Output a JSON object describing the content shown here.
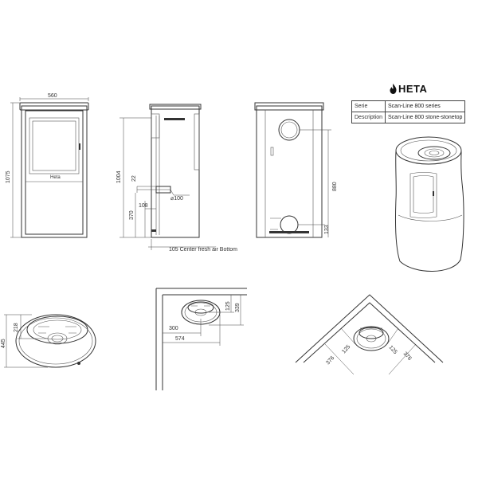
{
  "brand": {
    "name": "HETA",
    "icon": "flame-icon"
  },
  "info_table": {
    "serie_label": "Serie",
    "serie_value": "Scan-Line 800 series",
    "description_label": "Description",
    "description_value": "Scan-Line 800 stone-stonetop"
  },
  "front_view": {
    "width_dim": "560",
    "height_dim": "1075",
    "model_badge": "Heta"
  },
  "side_view": {
    "height_dim": "1004",
    "dim_22": "22",
    "dim_370": "370",
    "dim_108": "108",
    "pipe_diameter": "⌀100",
    "fresh_air_note": "105 Center fresh air Bottom"
  },
  "back_view": {
    "height_880": "880",
    "height_133": "133"
  },
  "plan_views": {
    "oval": {
      "depth_445": "445",
      "depth_218": "218"
    },
    "wall_corner": {
      "dim_339": "339",
      "dim_125": "125",
      "dim_300": "300",
      "dim_574": "574"
    },
    "angled_corner": {
      "dim_125_left": "125",
      "dim_125_right": "125",
      "dim_376_left": "376",
      "dim_376_right": "376"
    }
  }
}
